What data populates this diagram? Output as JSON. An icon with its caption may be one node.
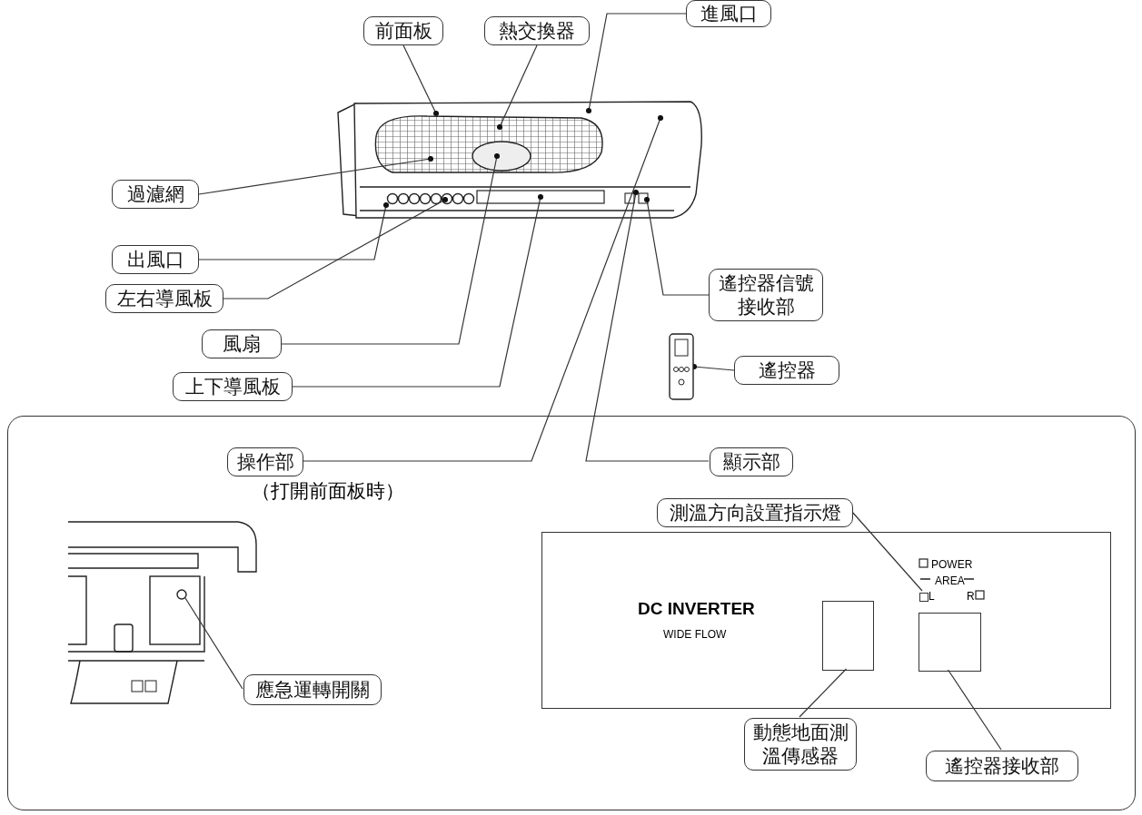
{
  "diagram": {
    "nodes": [
      {
        "text": [
          "前面板"
        ]
      },
      {
        "text": [
          "熱交換器"
        ]
      },
      {
        "text": [
          "進風口"
        ]
      },
      {
        "text": [
          "過濾網"
        ]
      },
      {
        "text": [
          "出風口"
        ]
      },
      {
        "text": [
          "左右導風板"
        ]
      },
      {
        "text": [
          "遙控器信號接收部"
        ]
      },
      {
        "text": [
          "風扇"
        ]
      },
      {
        "text": [
          "遙控器"
        ]
      },
      {
        "text": [
          "上下導風板"
        ]
      },
      {
        "text": [],
        "shape": "box"
      },
      {
        "text": [
          "操作部"
        ],
        "beside": [
          "（打開前面板時）"
        ],
        "in": 10
      },
      {
        "text": [
          "顯示部"
        ],
        "in": 10
      },
      {
        "text": [
          "測溫方向設置指示燈"
        ],
        "in": 10
      },
      {
        "text": [
          "DC INVERTER",
          "WIDE FLOW"
        ],
        "in": 10
      },
      {
        "text": [
          "應急運轉開關"
        ],
        "in": 10
      },
      {
        "text": [
          "動態地面測溫傳感器"
        ],
        "in": 10
      },
      {
        "text": [
          "遙控器接收部"
        ],
        "in": 10
      },
      {
        "text": [],
        "shape": "box",
        "in": 14
      },
      {
        "text": [],
        "shape": "box",
        "in": 14
      },
      {
        "text": [],
        "shape": "box",
        "in": 14
      },
      {
        "text": [],
        "shape": "picture"
      }
    ],
    "edges": [
      {
        "from": 0,
        "to": null,
        "arrow": "other"
      },
      {
        "from": 1,
        "to": null,
        "arrow": "other"
      },
      {
        "from": 2,
        "to": null,
        "arrow": "other"
      },
      {
        "from": 3,
        "to": null,
        "arrow": "other"
      },
      {
        "from": 4,
        "to": null,
        "arrow": "other"
      },
      {
        "from": 5,
        "to": null,
        "arrow": "other"
      },
      {
        "from": 6,
        "to": null,
        "arrow": "other"
      },
      {
        "from": 7,
        "to": null,
        "arrow": "other"
      },
      {
        "from": 8,
        "to": 21,
        "arrow": "other"
      },
      {
        "from": 9,
        "to": null,
        "arrow": "other"
      },
      {
        "from": 11,
        "to": null,
        "arrow": "other"
      },
      {
        "from": 12,
        "to": null,
        "arrow": "other"
      },
      {
        "from": 13,
        "to": 20,
        "arrow": "none"
      },
      {
        "from": 15,
        "to": null,
        "arrow": "none"
      },
      {
        "from": 16,
        "to": 18,
        "arrow": "none"
      },
      {
        "from": 17,
        "to": 19,
        "arrow": "none"
      }
    ],
    "labels": [
      "POWER",
      "AREA",
      "L",
      "R"
    ]
  }
}
